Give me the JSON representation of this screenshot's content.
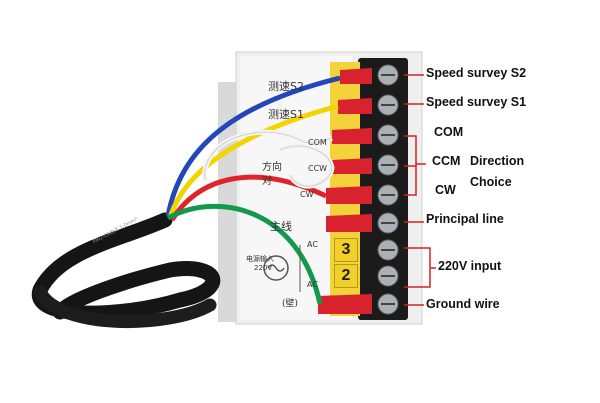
{
  "panel_labels": {
    "s2": "测速S2",
    "s1": "测速S1",
    "com": "COM",
    "direction_cn": "方向",
    "ccw": "CCW",
    "cn_dui": "对",
    "cw": "CW",
    "principal_cn": "主线",
    "power_cn_1": "电源输入",
    "power_cn_2": "220V",
    "ac_top": "AC",
    "ac_bottom": "AC",
    "ground_cn": "(壁)"
  },
  "terminal_numbers": [
    "3",
    "2"
  ],
  "callouts": {
    "speed_s2": "Speed survey S2",
    "speed_s1": "Speed survey S1",
    "com": "COM",
    "ccm": "CCM",
    "cw": "CW",
    "direction_1": "Direction",
    "direction_2": "Choice",
    "principal": "Principal line",
    "v220": "220V input",
    "ground": "Ground wire"
  },
  "cable_print": "PRO-CABLE 1.0mm²",
  "colors": {
    "callout_line": "#d62020",
    "terminal_red": "#d8232e",
    "wire_blue": "#2347b8",
    "wire_yellow": "#f2d400",
    "wire_red": "#e0242c",
    "wire_green": "#12994a",
    "wire_white": "#f4f4f4",
    "cable_black": "#151515"
  }
}
